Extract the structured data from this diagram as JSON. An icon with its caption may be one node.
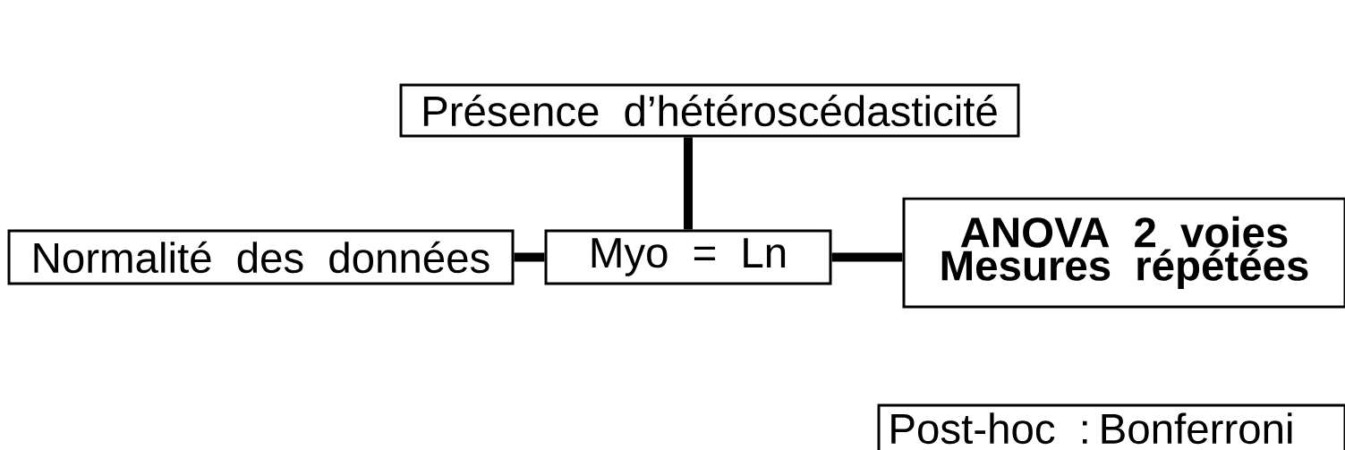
{
  "diagram": {
    "nodes": [
      {
        "text": [
          "Présence d’hétéroscédasticité"
        ]
      },
      {
        "text": [
          "Normalité des données"
        ]
      },
      {
        "text": [
          "Myo = Ln"
        ]
      },
      {
        "text": [
          "ANOVA 2 voies Mesures répétées"
        ]
      },
      {
        "text": [
          "Post-hoc : Bonferroni"
        ]
      }
    ],
    "edges": [
      {
        "from": 0,
        "to": 2,
        "arrow": "none"
      },
      {
        "from": 1,
        "to": 2,
        "arrow": "none"
      },
      {
        "from": 2,
        "to": 3,
        "arrow": "none"
      }
    ]
  }
}
